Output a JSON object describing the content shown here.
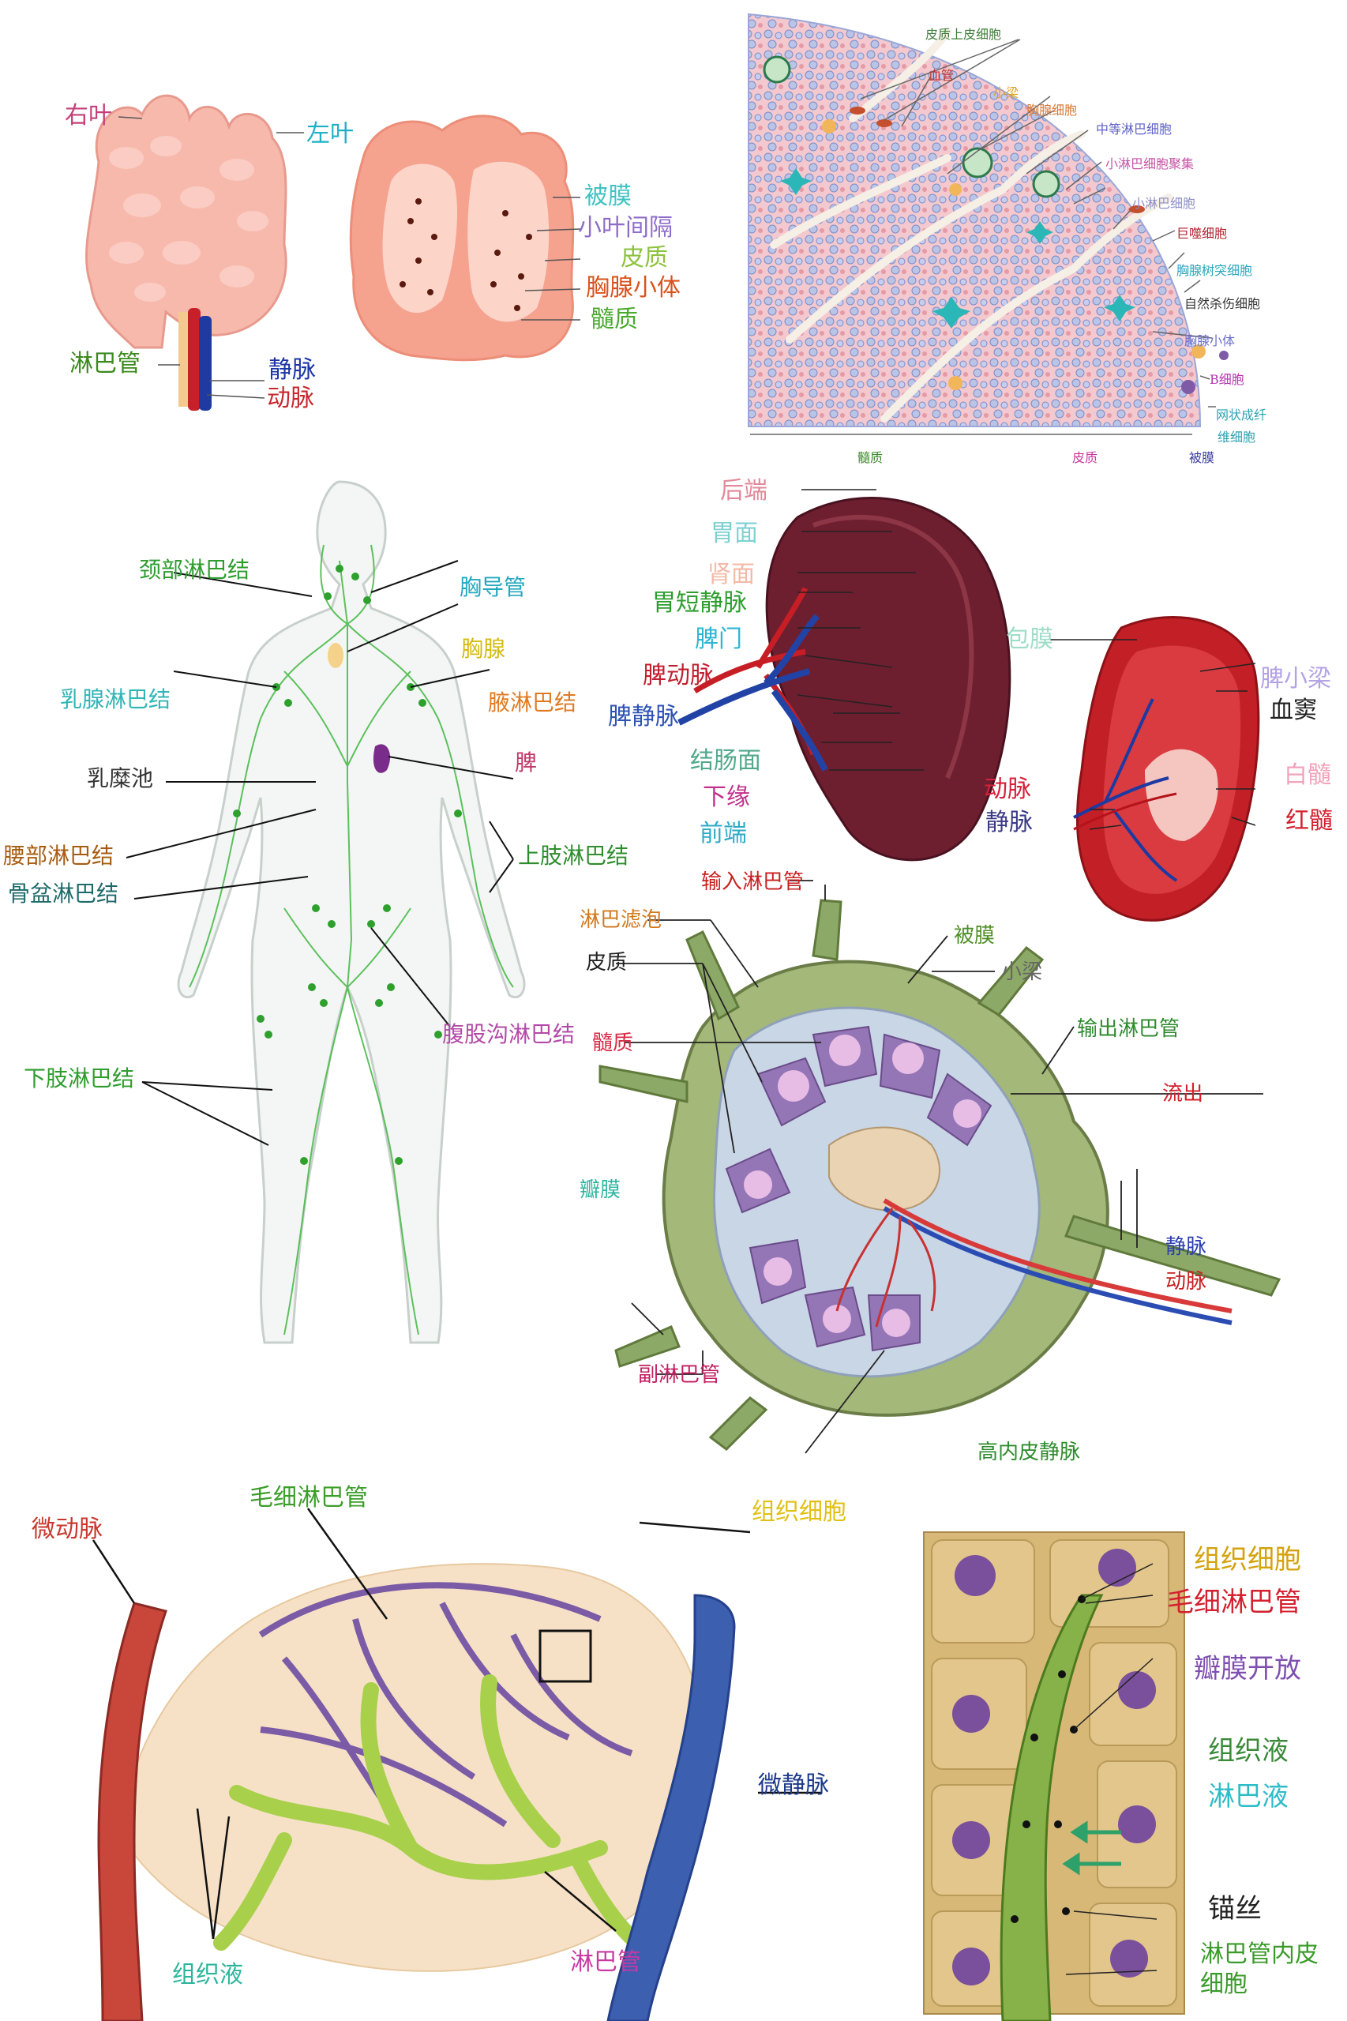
{
  "thymus_gross": {
    "right_lobe": "右叶",
    "left_lobe": "左叶",
    "capsule": "被膜",
    "interlobular_septum": "小叶间隔",
    "cortex": "皮质",
    "thymic_corpuscle": "胸腺小体",
    "medulla": "髓质",
    "lymph_vessel": "淋巴管",
    "vein": "静脉",
    "artery": "动脉"
  },
  "thymus_histology": {
    "epithelial": "皮质上皮细胞",
    "blood_vessel": "血管",
    "trabecula": "小梁",
    "thymocyte": "胸腺细胞",
    "medium_lymphocyte": "中等淋巴细胞",
    "small_lymphocyte_cluster": "小淋巴细胞聚集",
    "small_lymphocyte": "小淋巴细胞",
    "macrophage": "巨噬细胞",
    "dendritic": "胸腺树突细胞",
    "nk": "自然杀伤细胞",
    "corpuscle": "胸腺小体",
    "b_cell": "B细胞",
    "reticular_1": "网状成纤",
    "reticular_2": "维细胞",
    "bottom_medulla": "髓质",
    "bottom_cortex": "皮质",
    "bottom_capsule": "被膜"
  },
  "lymph_system": {
    "cervical": "颈部淋巴结",
    "thoracic_duct": "胸导管",
    "thymus": "胸腺",
    "mammary": "乳腺淋巴结",
    "axillary": "腋淋巴结",
    "cisterna": "乳糜池",
    "spleen": "脾",
    "lumbar": "腰部淋巴结",
    "upper_limb": "上肢淋巴结",
    "pelvic": "骨盆淋巴结",
    "inguinal": "腹股沟淋巴结",
    "lower_limb": "下肢淋巴结"
  },
  "spleen": {
    "posterior": "后端",
    "gastric": "胃面",
    "renal": "肾面",
    "short_gastric": "胃短静脉",
    "hilum": "脾门",
    "splenic_artery": "脾动脉",
    "splenic_vein": "脾静脉",
    "colic": "结肠面",
    "inferior_border": "下缘",
    "anterior": "前端",
    "capsule": "包膜",
    "trabecula": "脾小梁",
    "sinus": "血窦",
    "artery": "动脉",
    "white_pulp": "白髓",
    "vein": "静脉",
    "red_pulp": "红髓"
  },
  "lymph_node": {
    "afferent": "输入淋巴管",
    "follicle": "淋巴滤泡",
    "capsule": "被膜",
    "cortex": "皮质",
    "trabecula": "小梁",
    "efferent": "输出淋巴管",
    "medulla": "髓质",
    "outflow": "流出",
    "valve": "瓣膜",
    "vein": "静脉",
    "artery": "动脉",
    "accessory": "副淋巴管",
    "hev": "高内皮静脉"
  },
  "capillary_bed": {
    "lymph_capillary": "毛细淋巴管",
    "tissue_cell": "组织细胞",
    "arteriole": "微动脉",
    "venule": "微静脉",
    "tissue_fluid": "组织液",
    "lymph_vessel": "淋巴管"
  },
  "capillary_detail": {
    "tissue_cell": "组织细胞",
    "lymph_capillary": "毛细淋巴管",
    "valve_open": "瓣膜开放",
    "tissue_fluid": "组织液",
    "lymph": "淋巴液",
    "anchor": "锚丝",
    "endo1": "淋巴管内皮",
    "endo2": "细胞"
  }
}
